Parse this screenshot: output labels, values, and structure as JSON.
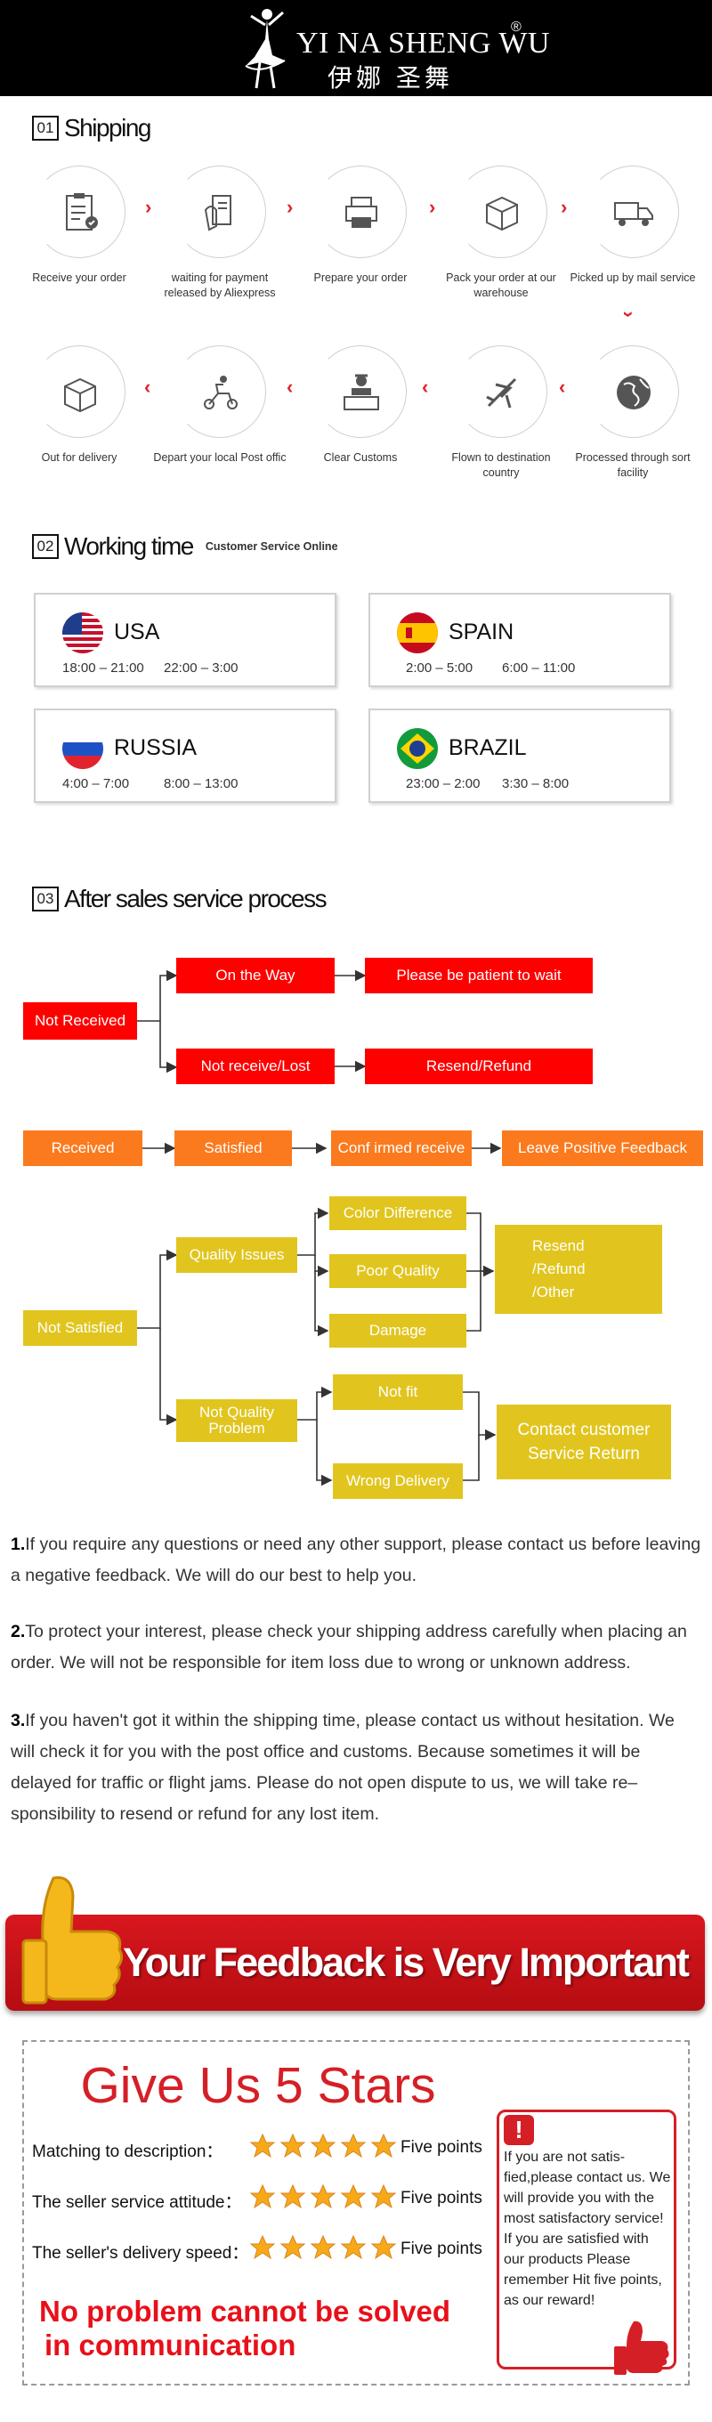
{
  "header": {
    "brand_en": "YI NA SHENG WU",
    "reg_mark": "®",
    "brand_cn": "伊娜 圣舞"
  },
  "shipping": {
    "num": "01",
    "title": "Shipping",
    "steps": [
      {
        "label": "Receive your order"
      },
      {
        "label": "waiting for payment released by Aliexpress"
      },
      {
        "label": "Prepare your order"
      },
      {
        "label": "Pack your order at our warehouse"
      },
      {
        "label": "Picked up by mail service"
      },
      {
        "label": "Processed through sort facility"
      },
      {
        "label": "Flown to destination country"
      },
      {
        "label": "Clear Customs"
      },
      {
        "label": "Depart your local Post offic"
      },
      {
        "label": "Out  for delivery"
      }
    ]
  },
  "working": {
    "num": "02",
    "title": "Working time",
    "subtitle": "Customer Service Online",
    "countries": [
      {
        "name": "USA",
        "t1": "18:00 – 21:00",
        "t2": "22:00 – 3:00"
      },
      {
        "name": "SPAIN",
        "t1": "2:00 – 5:00",
        "t2": "6:00 – 11:00"
      },
      {
        "name": "RUSSIA",
        "t1": "4:00 – 7:00",
        "t2": "8:00 – 13:00"
      },
      {
        "name": "BRAZIL",
        "t1": "23:00 – 2:00",
        "t2": "3:30 – 8:00"
      }
    ]
  },
  "after_sales": {
    "num": "03",
    "title": "After sales service process",
    "not_received": "Not Received",
    "on_the_way": "On the Way",
    "patient": "Please be patient to wait",
    "not_receive_lost": "Not receive/Lost",
    "resend_refund": "Resend/Refund",
    "received": "Received",
    "satisfied": "Satisfied",
    "confirmed": "Conf irmed receive",
    "leave_feedback": "Leave Positive Feedback",
    "not_satisfied": "Not Satisfied",
    "quality_issues": "Quality Issues",
    "color_difference": "Color Difference",
    "poor_quality": "Poor Quality",
    "damage": "Damage",
    "resend": "Resend",
    "refund": "/Refund",
    "other": "/Other",
    "not_quality_problem": "Not Quality Problem",
    "not_fit": "Not fit",
    "wrong_delivery": "Wrong Delivery",
    "contact_service": "Contact customer Service Return"
  },
  "notes": [
    {
      "num": "1.",
      "text": "If you require any questions or need any other support, please contact us before leaving a negative feedback. We will do our best to help you."
    },
    {
      "num": "2.",
      "text": "To protect your interest, please check your shipping address carefully when placing an order. We will not be responsible for item loss due to wrong or unknown address."
    },
    {
      "num": "3.",
      "text": "If you haven't got it within the shipping time, please contact us without hesitation. We will check it for you with the post office and customs. Because sometimes it will be delayed for traffic or flight jams. Please do not open dispute to us, we will take re–sponsibility to resend or refund for any lost item."
    }
  ],
  "feedback": {
    "banner": "Your Feedback is Very Important",
    "stars_title": "Give Us 5 Stars",
    "rows": [
      {
        "label": "Matching to description：",
        "points": "Five points"
      },
      {
        "label": "The seller service attitude：",
        "points": "Five points"
      },
      {
        "label": "The seller's delivery speed：",
        "points": "Five points"
      }
    ],
    "slogan_1": "No problem cannot be solved",
    "slogan_2": "in communication",
    "tip_icon": "!",
    "tip": "If you are not satis-fied,please contact us. We will provide you with the most satisfactory service! If you are satisfied with our products Please remember Hit five points, as our reward!"
  },
  "colors": {
    "red": "#fe0000",
    "orange": "#fb7a1e",
    "yellow": "#e1c51e",
    "accent_red": "#e0232e"
  }
}
